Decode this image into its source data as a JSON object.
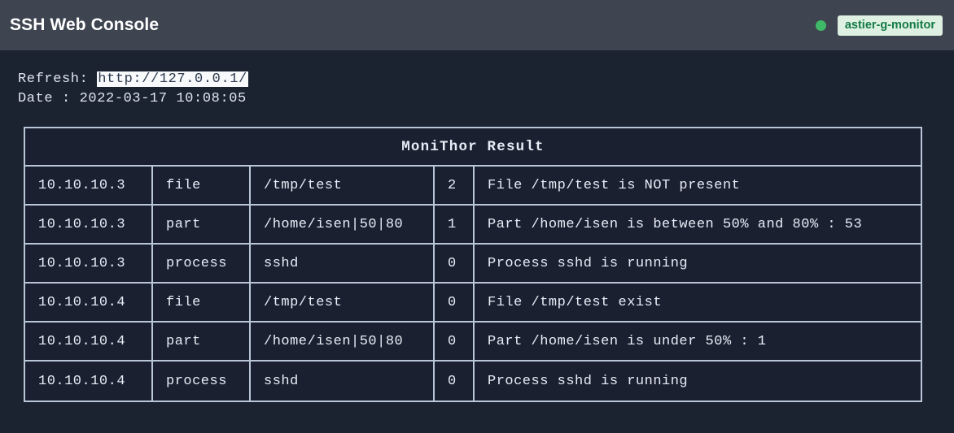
{
  "header": {
    "title": "SSH Web Console",
    "status_dot_icon": "status-dot-icon",
    "status_color": "#3fb968",
    "host_badge": "astier-g-monitor",
    "badge_bg": "#ddf0e2",
    "badge_fg": "#137a45",
    "bar_bg": "#3e4450"
  },
  "meta": {
    "refresh_label": "Refresh: ",
    "refresh_url": "http://127.0.0.1/",
    "date_label": "Date : ",
    "date_value": "2022-03-17 10:08:05"
  },
  "table": {
    "title": "MoniThor Result",
    "rows": [
      {
        "host": "10.10.10.3",
        "type": "file",
        "param": "/tmp/test",
        "code": "2",
        "message": "File /tmp/test is NOT present"
      },
      {
        "host": "10.10.10.3",
        "type": "part",
        "param": "/home/isen|50|80",
        "code": "1",
        "message": "Part /home/isen is between 50% and 80% : 53"
      },
      {
        "host": "10.10.10.3",
        "type": "process",
        "param": "sshd",
        "code": "0",
        "message": "Process sshd is running"
      },
      {
        "host": "10.10.10.4",
        "type": "file",
        "param": "/tmp/test",
        "code": "0",
        "message": "File /tmp/test exist"
      },
      {
        "host": "10.10.10.4",
        "type": "part",
        "param": "/home/isen|50|80",
        "code": "0",
        "message": "Part /home/isen is under 50% : 1"
      },
      {
        "host": "10.10.10.4",
        "type": "process",
        "param": "sshd",
        "code": "0",
        "message": "Process sshd is running"
      }
    ]
  },
  "colors": {
    "page_bg": "#1b2230",
    "cell_bg": "#1a2030",
    "border": "#b9c6d8",
    "text": "#e7edf6"
  }
}
